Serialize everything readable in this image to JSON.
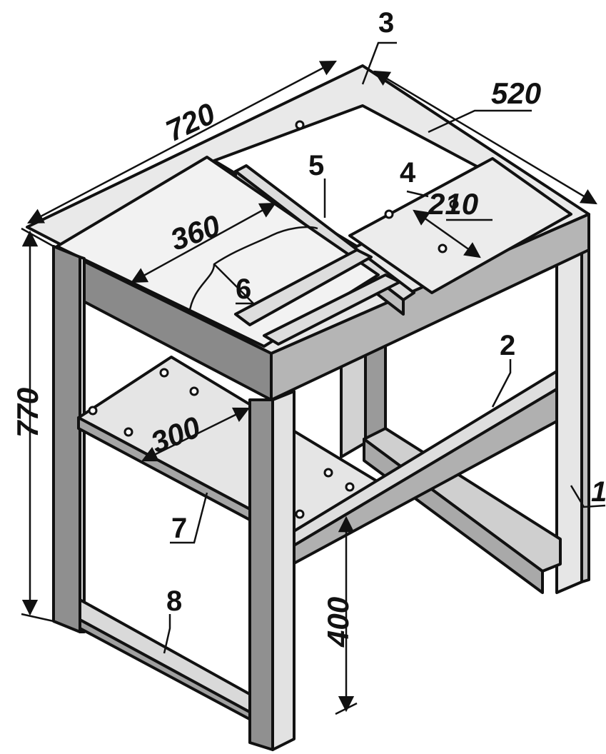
{
  "dimensions": {
    "width": "720",
    "depth": "520",
    "height": "770",
    "top_panel": "360",
    "small_panel": "210",
    "shelf": "300",
    "shelf_height": "400"
  },
  "parts": {
    "p1": "1",
    "p2": "2",
    "p3": "3",
    "p4": "4",
    "p5": "5",
    "p6": "6",
    "p7": "7",
    "p8": "8"
  }
}
